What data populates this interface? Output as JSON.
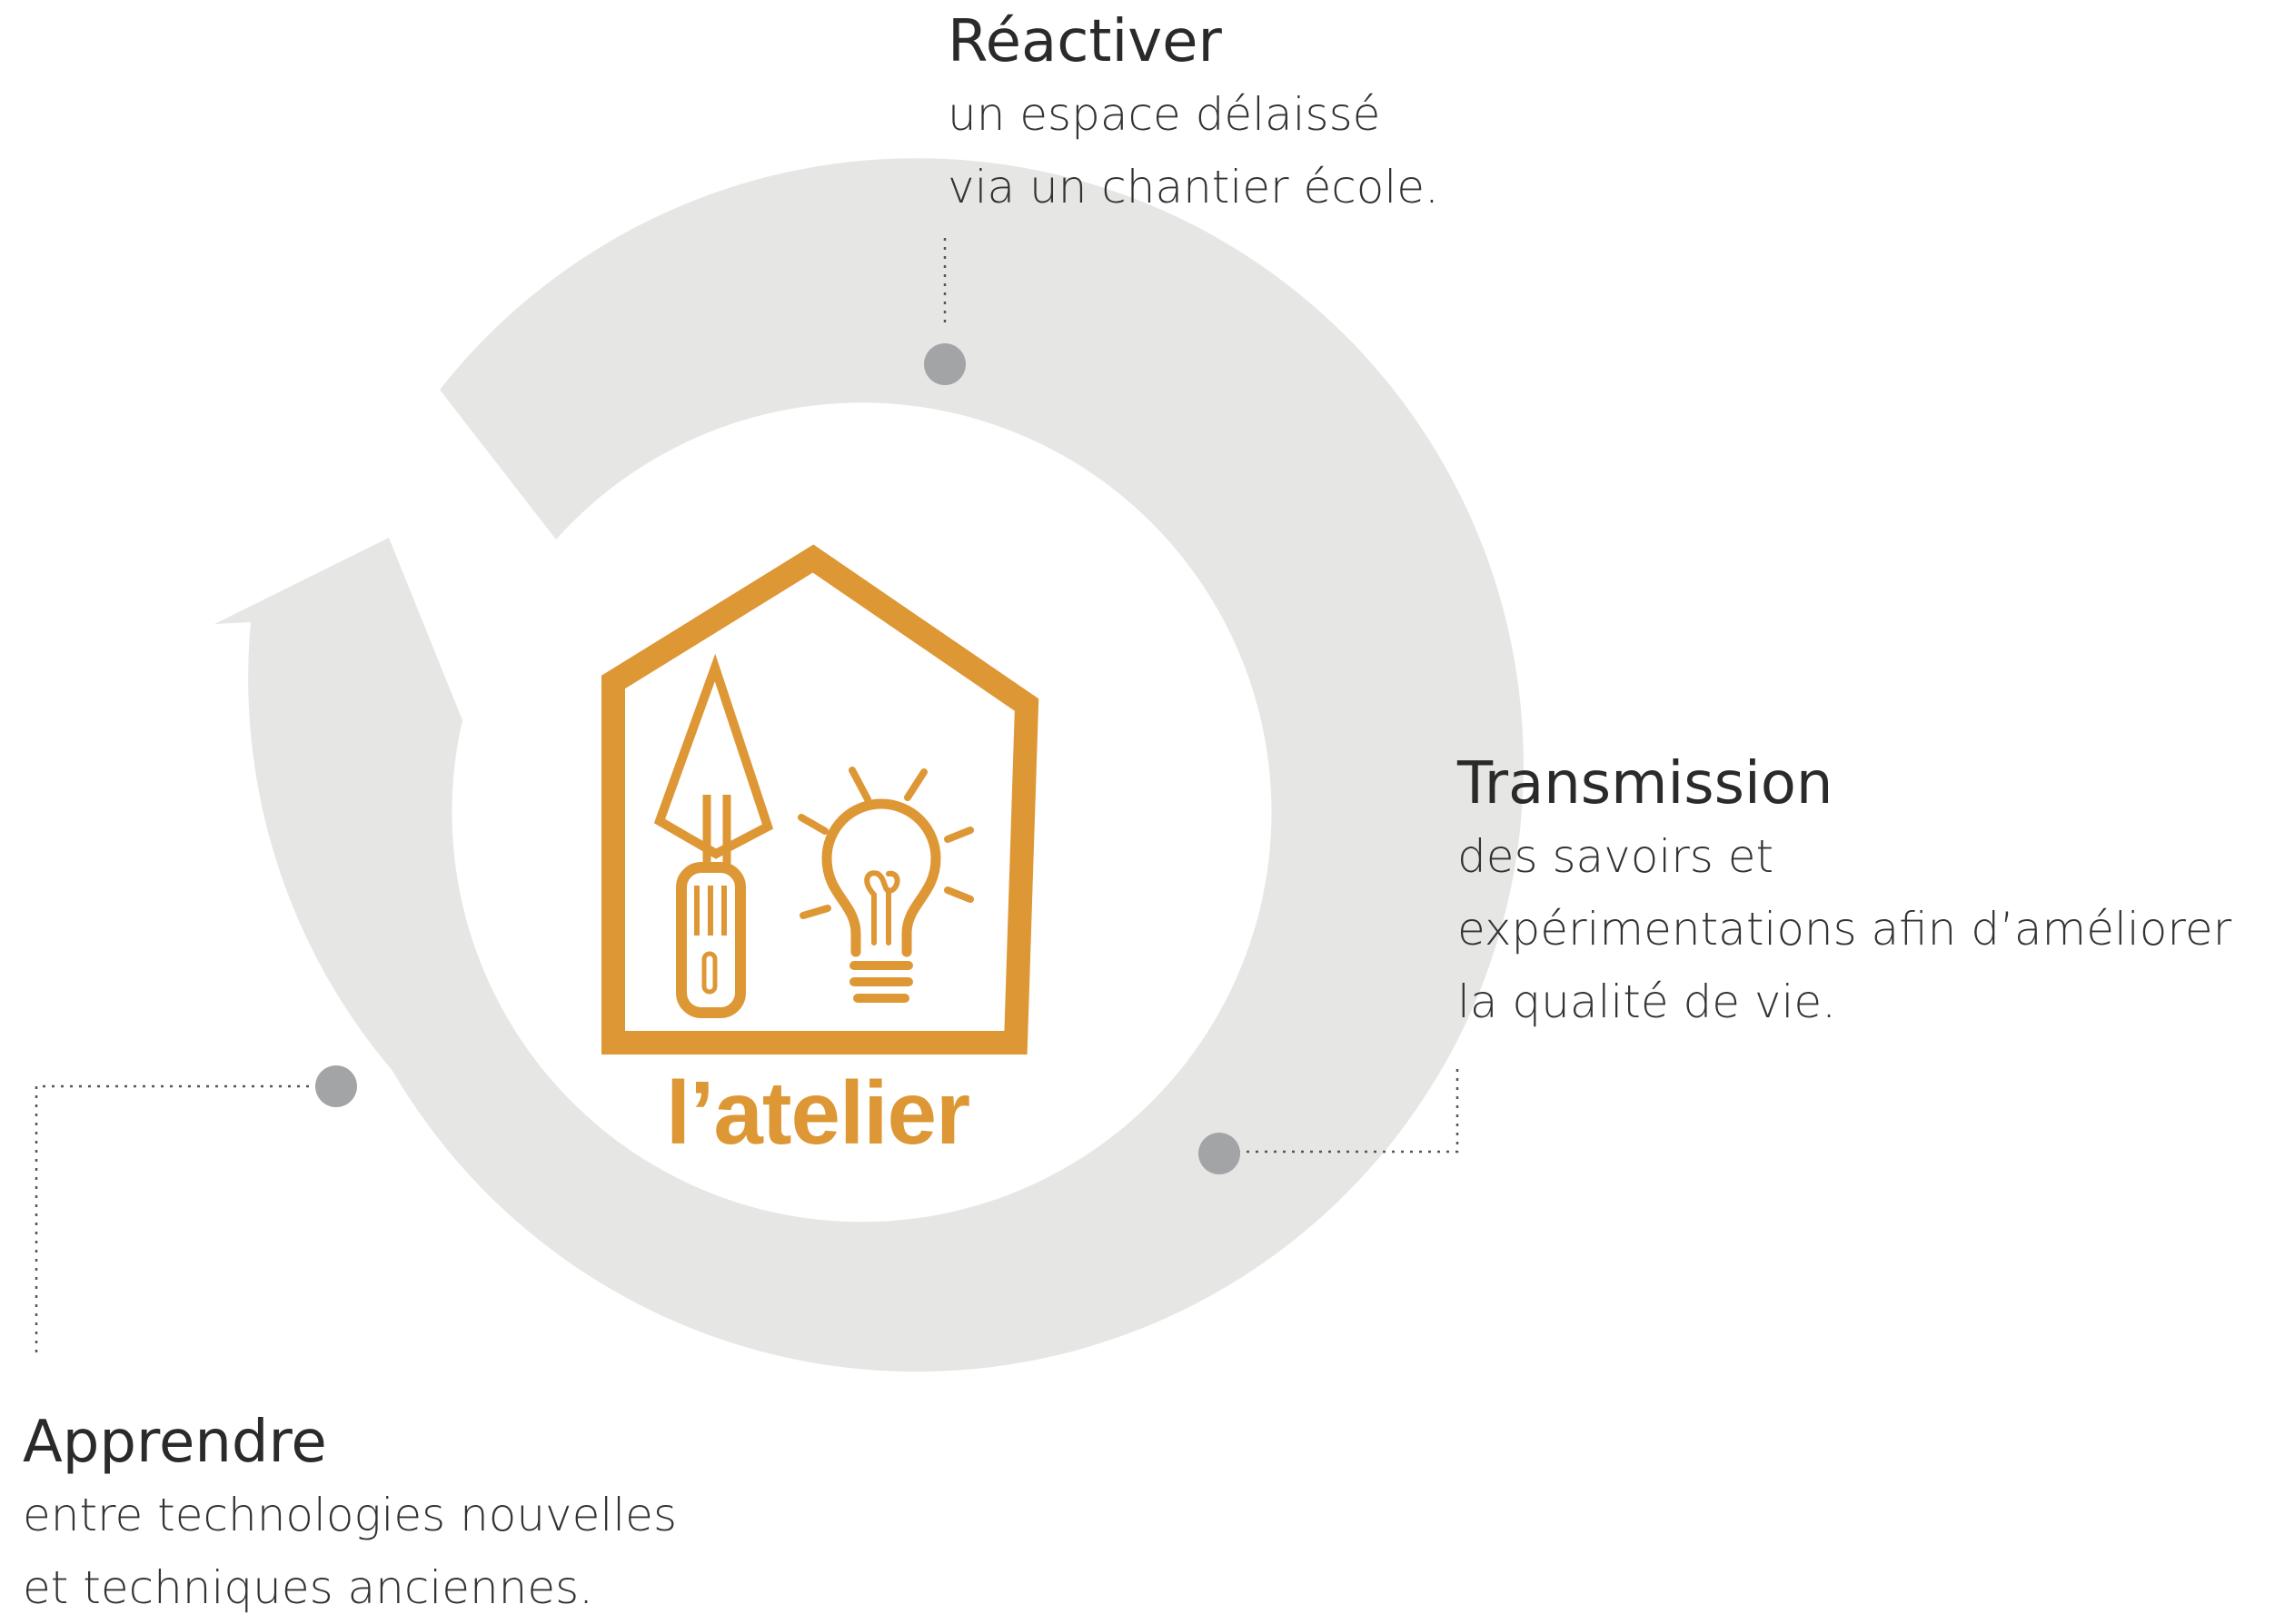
{
  "colors": {
    "ring": "#e6e6e4",
    "dot": "#a2a4a6",
    "accent": "#de9735",
    "leader": "#555555",
    "text": "#2b2b2b"
  },
  "icons": {
    "center": "house-with-trowel-and-lightbulb-icon"
  },
  "center": {
    "label": "l’atelier"
  },
  "stages": {
    "reactiver": {
      "title": "Réactiver",
      "lines": [
        "un espace délaissé",
        "via un chantier école."
      ]
    },
    "transmission": {
      "title": "Transmission",
      "lines": [
        "des savoirs et",
        "expérimentations afin d’améliorer",
        "la qualité de vie."
      ]
    },
    "apprendre": {
      "title": "Apprendre",
      "lines": [
        "entre technologies nouvelles",
        "et techniques anciennes."
      ]
    }
  }
}
